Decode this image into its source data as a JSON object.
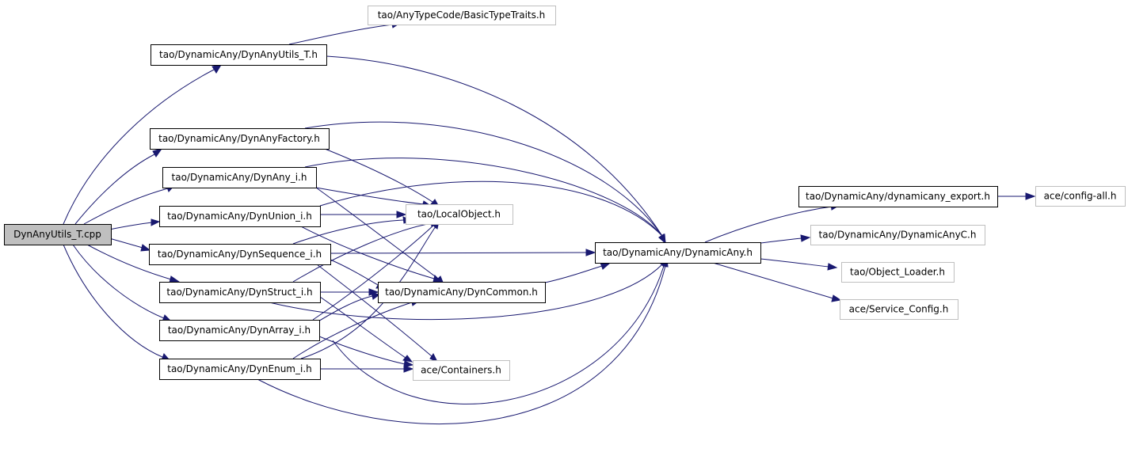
{
  "graph": {
    "colors": {
      "edge": "#191970",
      "node_border": "#000000",
      "external_border": "#bfbfbf",
      "root_fill": "#bfbfbf"
    },
    "nodes": [
      {
        "id": "root",
        "label": "DynAnyUtils_T.cpp",
        "kind": "root"
      },
      {
        "id": "dynanyutils",
        "label": "tao/DynamicAny/DynAnyUtils_T.h",
        "kind": "file"
      },
      {
        "id": "basictypetraits",
        "label": "tao/AnyTypeCode/BasicTypeTraits.h",
        "kind": "external"
      },
      {
        "id": "dynanyfactory",
        "label": "tao/DynamicAny/DynAnyFactory.h",
        "kind": "file"
      },
      {
        "id": "dynany_i",
        "label": "tao/DynamicAny/DynAny_i.h",
        "kind": "file"
      },
      {
        "id": "dynunion_i",
        "label": "tao/DynamicAny/DynUnion_i.h",
        "kind": "file"
      },
      {
        "id": "dynsequence_i",
        "label": "tao/DynamicAny/DynSequence_i.h",
        "kind": "file"
      },
      {
        "id": "dynstruct_i",
        "label": "tao/DynamicAny/DynStruct_i.h",
        "kind": "file"
      },
      {
        "id": "dynarray_i",
        "label": "tao/DynamicAny/DynArray_i.h",
        "kind": "file"
      },
      {
        "id": "dynenum_i",
        "label": "tao/DynamicAny/DynEnum_i.h",
        "kind": "file"
      },
      {
        "id": "localobject",
        "label": "tao/LocalObject.h",
        "kind": "external"
      },
      {
        "id": "dyncommon",
        "label": "tao/DynamicAny/DynCommon.h",
        "kind": "file"
      },
      {
        "id": "containers",
        "label": "ace/Containers.h",
        "kind": "external"
      },
      {
        "id": "dynamicany",
        "label": "tao/DynamicAny/DynamicAny.h",
        "kind": "file"
      },
      {
        "id": "export",
        "label": "tao/DynamicAny/dynamicany_export.h",
        "kind": "file"
      },
      {
        "id": "configall",
        "label": "ace/config-all.h",
        "kind": "external"
      },
      {
        "id": "dynamicanyc",
        "label": "tao/DynamicAny/DynamicAnyC.h",
        "kind": "external"
      },
      {
        "id": "objectloader",
        "label": "tao/Object_Loader.h",
        "kind": "external"
      },
      {
        "id": "serviceconfig",
        "label": "ace/Service_Config.h",
        "kind": "external"
      }
    ]
  }
}
